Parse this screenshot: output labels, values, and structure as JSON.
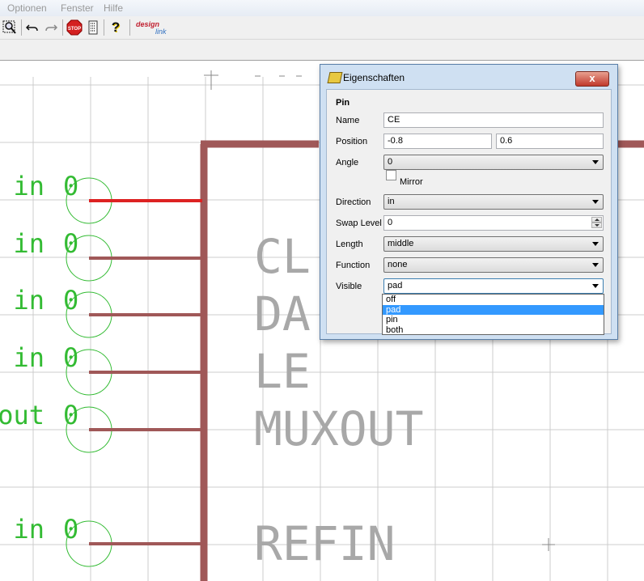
{
  "menu": [
    "Optionen",
    "Fenster",
    "Hilfe"
  ],
  "toolbar": {
    "stop_label": "STOP",
    "help_label": "?",
    "logo_top": "design",
    "logo_bottom": "link"
  },
  "canvas": {
    "pin_labels": [
      {
        "dir": "in",
        "num": "0"
      },
      {
        "dir": "in",
        "num": "0"
      },
      {
        "dir": "in",
        "num": "0"
      },
      {
        "dir": "in",
        "num": "0"
      },
      {
        "dir": "out",
        "num": "0"
      },
      {
        "dir": "in",
        "num": "0"
      }
    ],
    "part_texts": [
      "CL",
      "DA",
      "LE",
      "MUXOUT",
      "REFIN"
    ],
    "colors": {
      "pin_text": "#33bb33",
      "body": "#a05858",
      "selected_pin": "#dd2222",
      "grid": "#cccccc",
      "part_text": "#a8a8a8"
    }
  },
  "dialog": {
    "title": "Eigenschaften",
    "close_label": "x",
    "section": "Pin",
    "name_label": "Name",
    "name_value": "CE",
    "position_label": "Position",
    "position_x": "-0.8",
    "position_y": "0.6",
    "angle_label": "Angle",
    "angle_value": "0",
    "mirror_label": "Mirror",
    "direction_label": "Direction",
    "direction_value": "in",
    "swap_label": "Swap Level",
    "swap_value": "0",
    "length_label": "Length",
    "length_value": "middle",
    "function_label": "Function",
    "function_value": "none",
    "visible_label": "Visible",
    "visible_value": "pad",
    "visible_options": [
      "off",
      "pad",
      "pin",
      "both"
    ]
  }
}
